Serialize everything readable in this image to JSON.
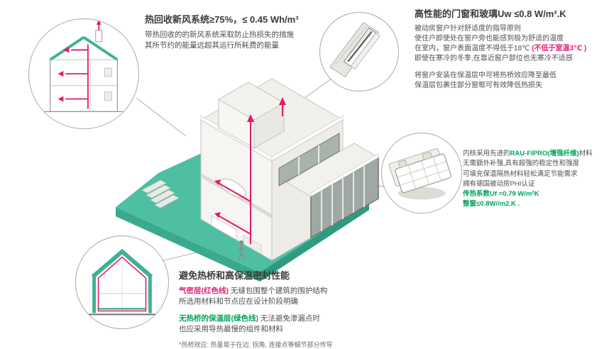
{
  "colors": {
    "teal": "#4FBFA3",
    "teal_dark": "#2E9B81",
    "duct_red": "#E3196B",
    "text_red": "#E81D75",
    "text_green": "#00A45A",
    "heading": "#3A3A3A",
    "body": "#4F4F4F"
  },
  "callouts": {
    "ventilation": {
      "title": "热回收新风系统≥75%，≤ 0.45 Wh/m³",
      "body": [
        "带热回收的的新风系统采取防止热损失的措施",
        "其所节约的能量远超其运行所耗费的能量"
      ]
    },
    "windows": {
      "title": "高性能的门窗和玻璃Uw ≤0.8 W/m².K",
      "p1_l1": "被动房窗户针对舒适度的指导原则",
      "p1_l2": "使住户即使处在窗户旁也能感到极为舒适的温度",
      "p1_l3_normal": "在室内，窗户表面温度不得低于18℃ ",
      "p1_l3_red": "(不低于室温3℃ )",
      "p1_l4": "即使在寒冷的冬季,在靠近窗户部位也无寒冷不适感",
      "p2_l1": "将窗户安装在保温层中可将热桥效应降至最低",
      "p2_l2": "保温层包裹住部分窗框可有效降低热损失"
    },
    "profile": {
      "l1_pre": "内核采用先进的",
      "l1_green": "RAU-FIPRO(增强纤维)",
      "l1_post": "材料",
      "l2": "无需额外补强,具有超强的稳定性和强度",
      "l3": "可填充保温隔热材料轻松满足节能需求",
      "l4": "拥有德国被动房PHI认证",
      "l5": "传热系数Uf =0.79 W/m²K",
      "l6": "整窗≤0.8W//m2.K ."
    },
    "thermal": {
      "title": "避免热桥和高保温密封性能",
      "p1_red": "气密层(红色线)",
      "p1_rest": " 无缝包围整个建筑的围护结构",
      "p1_l2": "所选用材料和节点应在设计阶段明确",
      "p2_green": "无热桥的保温层(绿色线)",
      "p2_rest": " 无法避免渗漏点时",
      "p2_l2": "也应采用导热最慢的组件和材料",
      "footnote": "*热桥效应: 热量易于在边, 拐角, 连接点等细节部分传导"
    }
  }
}
